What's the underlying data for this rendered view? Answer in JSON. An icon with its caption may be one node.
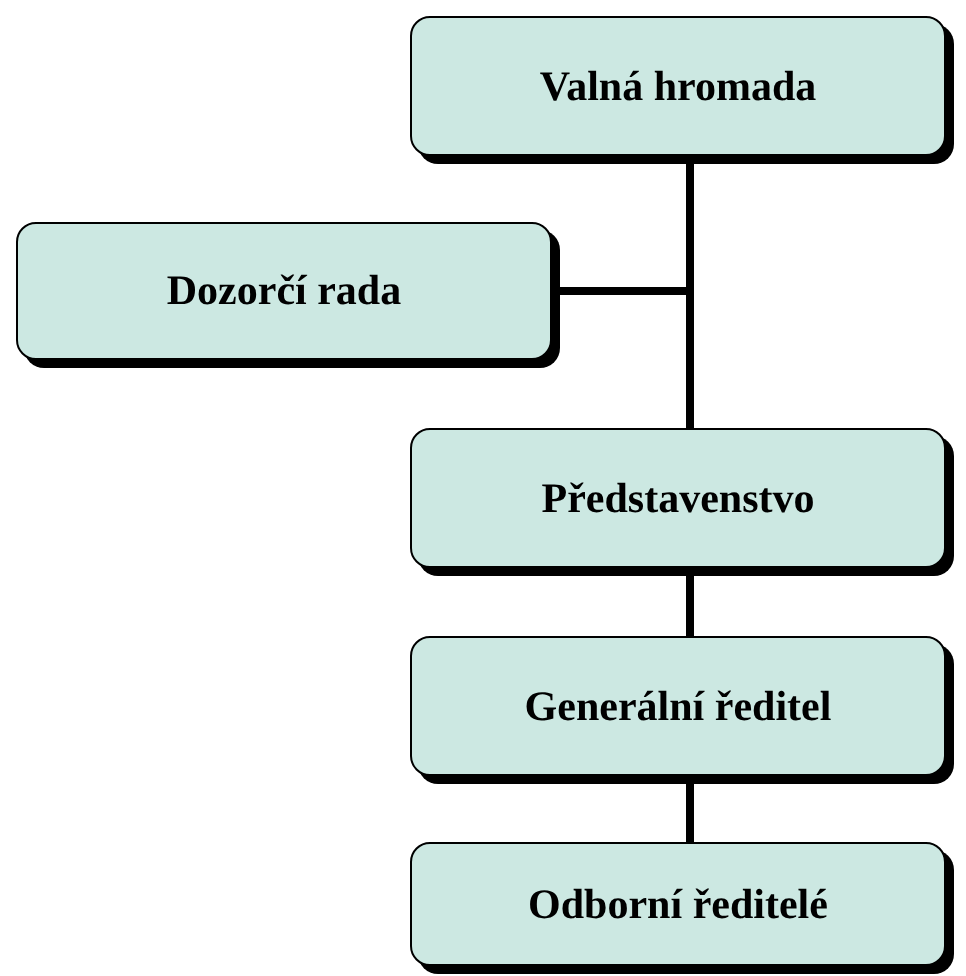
{
  "diagram": {
    "nodes": [
      {
        "text": [
          "Valná hromada"
        ]
      },
      {
        "text": [
          "Dozorčí rada"
        ]
      },
      {
        "text": [
          "Představenstvo"
        ]
      },
      {
        "text": [
          "Generální ředitel"
        ]
      },
      {
        "text": [
          "Odborní ředitelé"
        ]
      }
    ],
    "edges": [
      {
        "from": 0,
        "to": 1,
        "arrow": "none"
      },
      {
        "from": 0,
        "to": 2,
        "arrow": "none"
      },
      {
        "from": 2,
        "to": 3,
        "arrow": "none"
      },
      {
        "from": 3,
        "to": 4,
        "arrow": "none"
      }
    ]
  }
}
